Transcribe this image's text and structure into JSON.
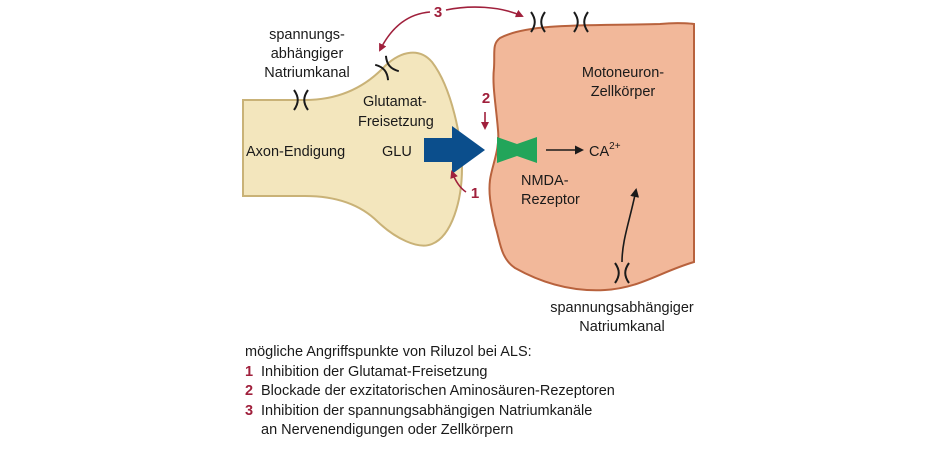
{
  "colors": {
    "axon_fill": "#f3e6bd",
    "axon_stroke": "#c9b277",
    "cell_fill": "#f2b89a",
    "cell_stroke": "#b8623d",
    "arrow_blue": "#0b4e8c",
    "receptor_green": "#22a55a",
    "number_red": "#a0203c"
  },
  "icons": {
    "ion_channel": "ion-channel-icon",
    "receptor": "nmda-receptor-icon",
    "glu_arrow": "block-arrow-right-icon"
  },
  "labels": {
    "axon": "Axon-Endigung",
    "glu": "GLU",
    "glutamat_line1": "Glutamat-",
    "glutamat_line2": "Freisetzung",
    "channel_top_line1": "spannungs-",
    "channel_top_line2": "abhängiger",
    "channel_top_line3": "Natriumkanal",
    "cell_line1": "Motoneuron-",
    "cell_line2": "Zellkörper",
    "ca": "CA",
    "ca_sup": "2+",
    "nmda_line1": "NMDA-",
    "nmda_line2": "Rezeptor",
    "channel_bottom_line1": "spannungsabhängiger",
    "channel_bottom_line2": "Natriumkanal",
    "marker_1": "1",
    "marker_2": "2",
    "marker_3": "3"
  },
  "legend": {
    "heading": "mögliche Angriffspunkte von Riluzol bei ALS:",
    "items": [
      {
        "number": "1",
        "text": "Inhibition der Glutamat-Freisetzung",
        "continuation": ""
      },
      {
        "number": "2",
        "text": "Blockade der exzitatorischen Aminosäuren-Rezeptoren",
        "continuation": ""
      },
      {
        "number": "3",
        "text": "Inhibition der spannungsabhängigen Natriumkanäle",
        "continuation": "an Nervenendigungen oder Zellkörpern"
      }
    ]
  }
}
